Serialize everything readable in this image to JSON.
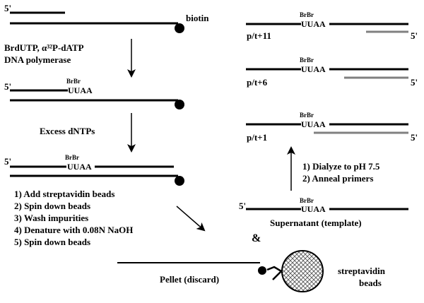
{
  "labels": {
    "five_prime": "5'",
    "biotin": "biotin",
    "step1_line1": "BrdUTP, α³²P-dATP",
    "step1_line2": "DNA polymerase",
    "brbr": "BrBr",
    "uuaa": "UUAA",
    "excess": "Excess dNTPs",
    "proc": [
      "1) Add streptavidin beads",
      "2) Spin down beads",
      "3) Wash impurities",
      "4) Denature with 0.08N NaOH",
      "5) Spin down beads"
    ],
    "amp": "&",
    "pellet": "Pellet (discard)",
    "strep1": "streptavidin",
    "strep2": "beads",
    "supernatant": "Supernatant (template)",
    "dialyze": "1) Dialyze to pH 7.5",
    "anneal": "2) Anneal primers",
    "pt11": "p/t+11",
    "pt6": "p/t+6",
    "pt1": "p/t+1"
  },
  "colors": {
    "strand": "#000000",
    "primer": "#808080",
    "bead_fill": "#dddddd"
  }
}
